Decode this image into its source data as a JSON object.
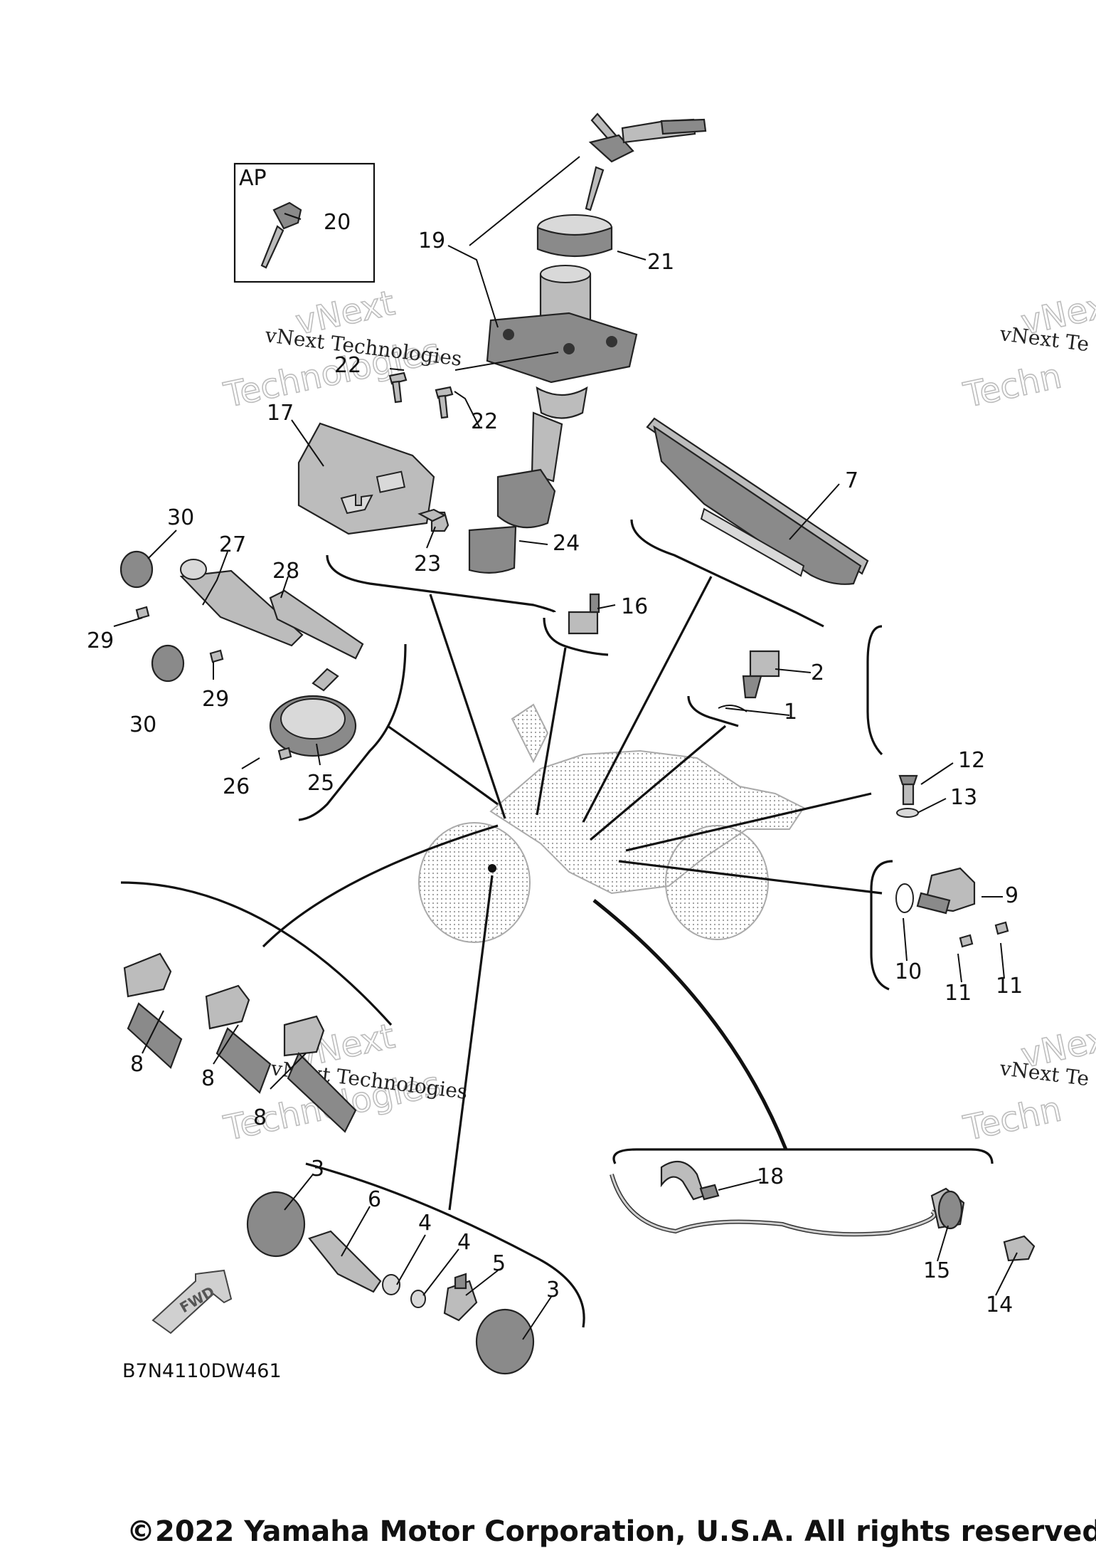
{
  "callouts": [
    {
      "id": "c1",
      "text": "1"
    },
    {
      "id": "c2",
      "text": "2"
    },
    {
      "id": "c3a",
      "text": "3"
    },
    {
      "id": "c3b",
      "text": "3"
    },
    {
      "id": "c4a",
      "text": "4"
    },
    {
      "id": "c4b",
      "text": "4"
    },
    {
      "id": "c5",
      "text": "5"
    },
    {
      "id": "c6",
      "text": "6"
    },
    {
      "id": "c7",
      "text": "7"
    },
    {
      "id": "c8a",
      "text": "8"
    },
    {
      "id": "c8b",
      "text": "8"
    },
    {
      "id": "c8c",
      "text": "8"
    },
    {
      "id": "c9",
      "text": "9"
    },
    {
      "id": "c10",
      "text": "10"
    },
    {
      "id": "c11a",
      "text": "11"
    },
    {
      "id": "c11b",
      "text": "11"
    },
    {
      "id": "c12",
      "text": "12"
    },
    {
      "id": "c13",
      "text": "13"
    },
    {
      "id": "c14",
      "text": "14"
    },
    {
      "id": "c15",
      "text": "15"
    },
    {
      "id": "c16",
      "text": "16"
    },
    {
      "id": "c17",
      "text": "17"
    },
    {
      "id": "c18",
      "text": "18"
    },
    {
      "id": "c19",
      "text": "19"
    },
    {
      "id": "c20",
      "text": "20"
    },
    {
      "id": "c21",
      "text": "21"
    },
    {
      "id": "c22a",
      "text": "22"
    },
    {
      "id": "c22b",
      "text": "22"
    },
    {
      "id": "c23",
      "text": "23"
    },
    {
      "id": "c24",
      "text": "24"
    },
    {
      "id": "c25",
      "text": "25"
    },
    {
      "id": "c26",
      "text": "26"
    },
    {
      "id": "c27",
      "text": "27"
    },
    {
      "id": "c28",
      "text": "28"
    },
    {
      "id": "c29a",
      "text": "29"
    },
    {
      "id": "c29b",
      "text": "29"
    },
    {
      "id": "c30a",
      "text": "30"
    },
    {
      "id": "c30b",
      "text": "30"
    }
  ],
  "ap_box_label": "AP",
  "fwd_label": "FWD",
  "diagram_ref": "B7N4110DW461",
  "watermarks": {
    "line1": "vNext Technologies",
    "line1_cut": "vNext Te",
    "big_top": "vNext",
    "big_bottom": "Technologies",
    "big_bottom_cut": "Techn"
  },
  "copyright": "©2022 Yamaha Motor Corporation, U.S.A. All rights reserved.",
  "colors": {
    "ink": "#111111",
    "part_fill": "#bcbcbc",
    "part_dark": "#8a8a8a",
    "watermark_outline": "#bdbdbd",
    "background": "#ffffff"
  }
}
